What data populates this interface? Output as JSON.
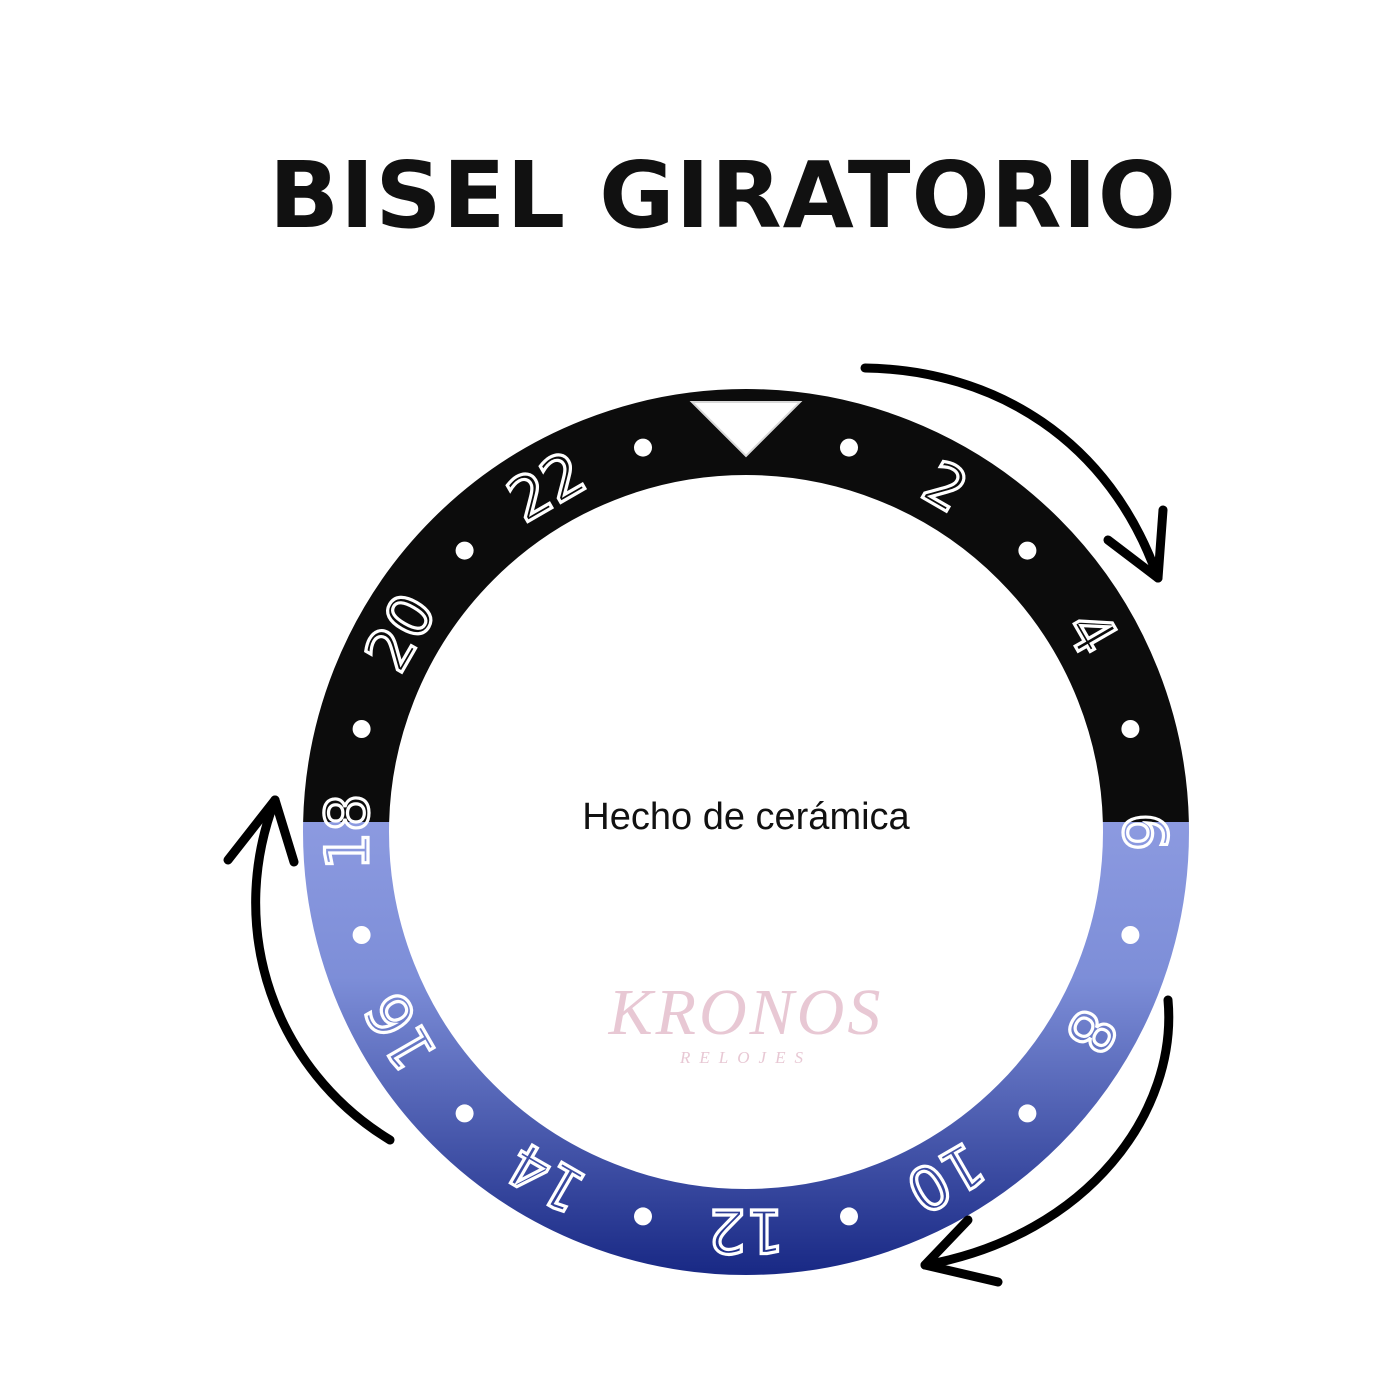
{
  "title": "BISEL GIRATORIO",
  "caption": "Hecho de cerámica",
  "watermark": {
    "name": "KRONOS",
    "sub": "RELOJES"
  },
  "bezel": {
    "numerals": [
      "2",
      "4",
      "6",
      "8",
      "10",
      "12",
      "14",
      "16",
      "18",
      "20",
      "22"
    ],
    "colors": {
      "upper": "#0c0c0c",
      "lower_light": "#8c9ae0",
      "lower_dark": "#1a2a86",
      "markings": "#ffffff"
    },
    "marker_icon": "triangle-marker-icon"
  },
  "arrows": {
    "icon": "rotation-arrow-icon",
    "color": "#000000"
  }
}
